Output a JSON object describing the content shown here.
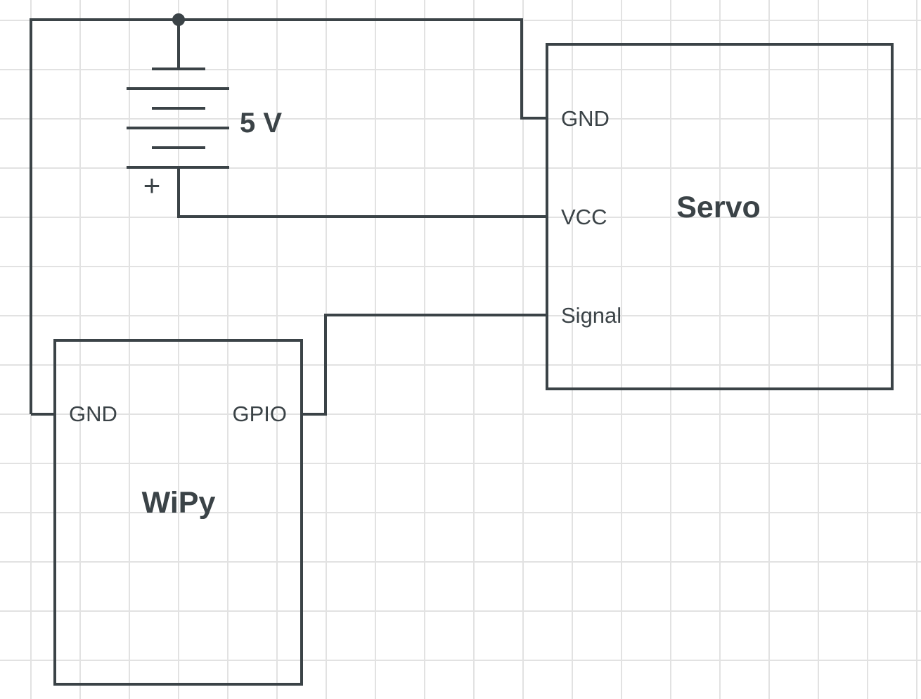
{
  "battery": {
    "voltage_label": "5 V",
    "polarity_mark": "+"
  },
  "servo": {
    "title": "Servo",
    "pins": {
      "gnd": "GND",
      "vcc": "VCC",
      "signal": "Signal"
    }
  },
  "wipy": {
    "title": "WiPy",
    "pins": {
      "gnd": "GND",
      "gpio": "GPIO"
    }
  },
  "colors": {
    "ink": "#3b4347",
    "grid": "#e2e2e2",
    "background": "#ffffff"
  }
}
